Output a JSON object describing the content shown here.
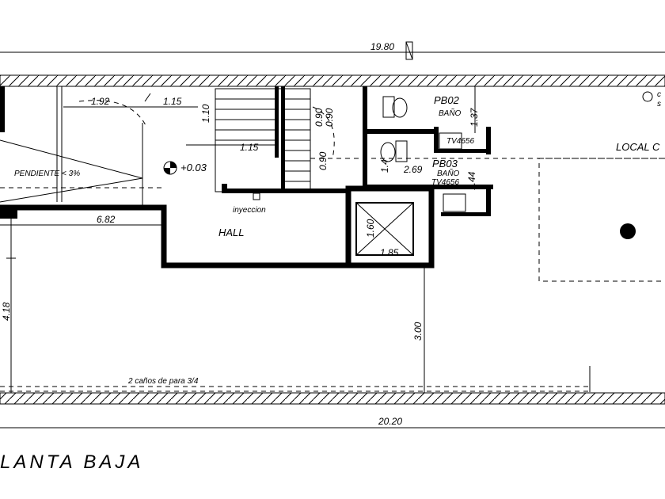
{
  "plan": {
    "title": "LANTA  BAJA",
    "dimensions": {
      "top_total": "19.80",
      "bottom_total": "20.20",
      "d_1_92": "1.92",
      "d_1_15_top": "1.15",
      "d_1_10": "1.10",
      "d_1_15_mid": "1.15",
      "d_0_90_a": "0.90",
      "d_0_90_b": "0.90",
      "d_0_90_c": "0.90",
      "d_6_82": "6.82",
      "d_1_60": "1.60",
      "d_1_85": "1.85",
      "d_2_69": "2.69",
      "d_1_37": "1.37",
      "d_1_44": "1.44",
      "d_1_4": "1.4",
      "d_4_18": "4.18",
      "d_3_00": "3.00"
    },
    "labels": {
      "level": "+0.03",
      "slope": "PENDIENTE < 3%",
      "injection": "inyeccion",
      "hall": "HALL",
      "pb02": "PB02",
      "bano_1": "BAÑO",
      "tv_1": "TV4656",
      "pb03": "PB03",
      "bano_2": "BAÑO",
      "tv_2": "TV4656",
      "local": "LOCAL C",
      "pipes": "2 caños de para 3/4",
      "corner_a": "c",
      "corner_b": "s"
    }
  }
}
